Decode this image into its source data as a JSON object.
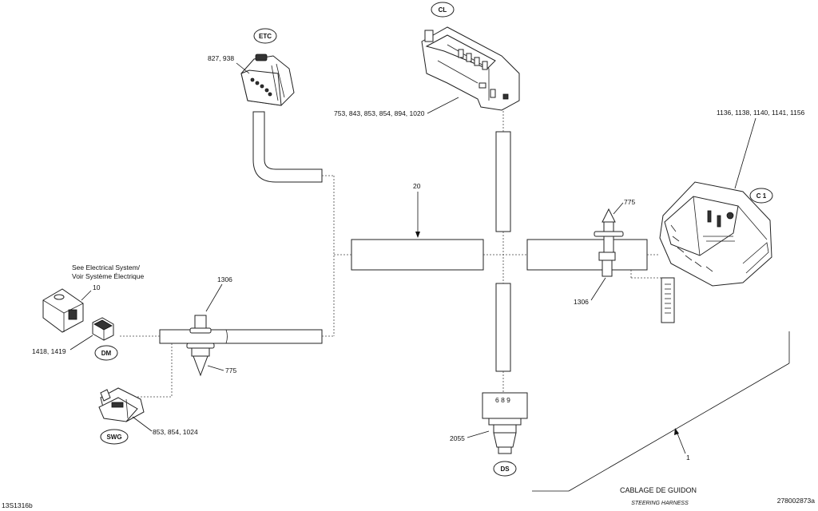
{
  "tags": {
    "etc": "ETC",
    "cl": "CL",
    "c1": "C 1",
    "dm": "DM",
    "swg": "SWG",
    "ds": "DS"
  },
  "callouts": {
    "etc_refs": "827, 938",
    "cl_refs": "753, 843, 853, 854, 894, 1020",
    "c1_refs": "1136, 1138, 1140, 1141, 1156",
    "harness_ref": "20",
    "clip_top": "775",
    "clip_top_ref": "1306",
    "see_electrical_1": "See Electrical System/",
    "see_electrical_2": "Voir Système Électrique",
    "dm_item": "10",
    "dm_refs": "1418, 1419",
    "clip_left_ref": "1306",
    "clip_left_pin": "775",
    "swg_refs": "853, 854, 1024",
    "ds_pins": "6 8 9",
    "ds_ref": "2055",
    "harness_item": "1"
  },
  "title_fr": "CABLAGE DE GUIDON",
  "title_en": "STEERING HARNESS",
  "code_left": "13S1316b",
  "code_right": "278002873a"
}
